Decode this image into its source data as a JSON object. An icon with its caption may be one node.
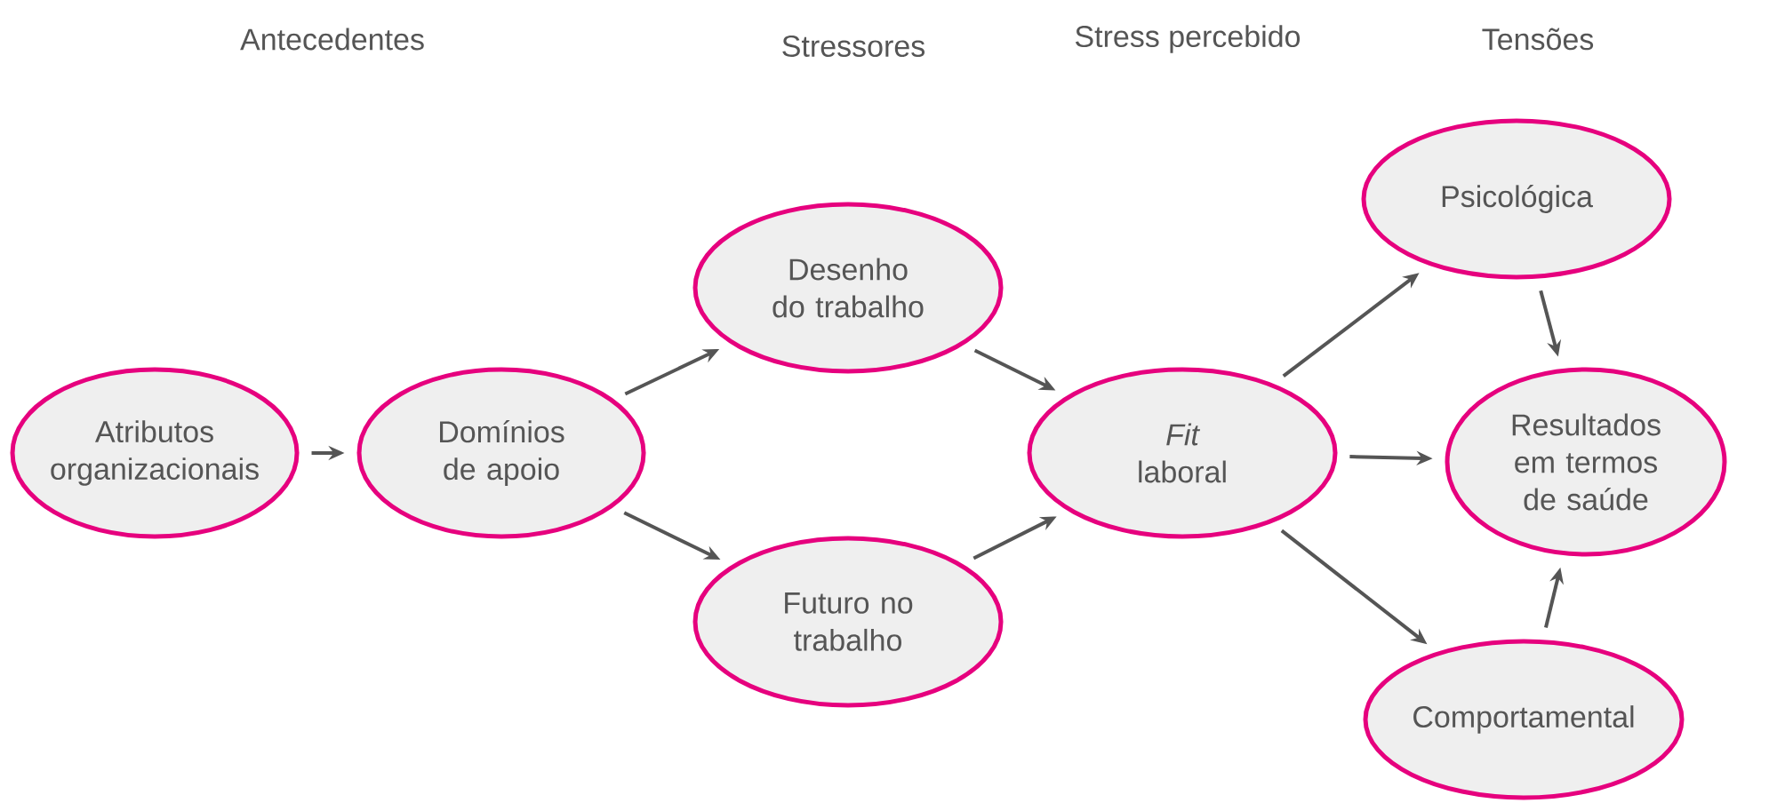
{
  "diagram": {
    "nodes": [
      {
        "text": [
          "Atributos organizacionais"
        ]
      },
      {
        "text": [
          "Domínios de apoio"
        ]
      },
      {
        "text": [
          "Desenho do trabalho"
        ]
      },
      {
        "text": [
          "Futuro no trabalho"
        ]
      },
      {
        "text": [
          "*Fit* laboral"
        ]
      },
      {
        "text": [
          "Psicológica"
        ]
      },
      {
        "text": [
          "Resultados em termos de saúde"
        ]
      },
      {
        "text": [
          "Comportamental"
        ]
      }
    ],
    "edges": [
      {
        "from": 0,
        "to": 1,
        "arrow": "to"
      },
      {
        "from": 1,
        "to": 2,
        "arrow": "to"
      },
      {
        "from": 1,
        "to": 3,
        "arrow": "to"
      },
      {
        "from": 2,
        "to": 4,
        "arrow": "to"
      },
      {
        "from": 3,
        "to": 4,
        "arrow": "to"
      },
      {
        "from": 4,
        "to": 5,
        "arrow": "to"
      },
      {
        "from": 4,
        "to": 6,
        "arrow": "to"
      },
      {
        "from": 4,
        "to": 7,
        "arrow": "to"
      },
      {
        "from": 5,
        "to": 6,
        "arrow": "to"
      },
      {
        "from": 7,
        "to": 6,
        "arrow": "to"
      }
    ],
    "labels": [
      "Antecedentes",
      "Stressores",
      "Stress percebido",
      "Tensões"
    ]
  }
}
